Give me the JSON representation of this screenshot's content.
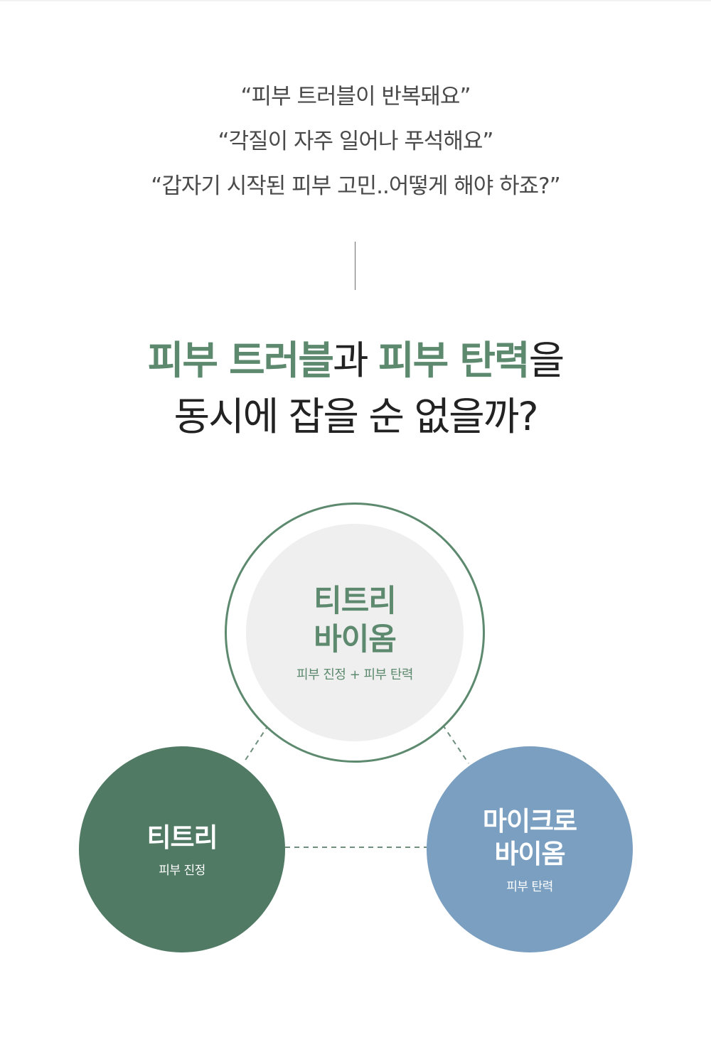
{
  "quotes": [
    "“피부 트러블이 반복돼요”",
    "“각질이 자주 일어나 푸석해요”",
    "“갑자기 시작된 피부 고민..어떻게 해야 하죠?”"
  ],
  "headline": {
    "line1": [
      {
        "text": "피부 트러블",
        "accent": true
      },
      {
        "text": "과 ",
        "accent": false
      },
      {
        "text": "피부 탄력",
        "accent": true
      },
      {
        "text": "을",
        "accent": false
      }
    ],
    "line2": "동시에 잡을 순 없을까?"
  },
  "diagram": {
    "center": {
      "title_line1": "티트리",
      "title_line2": "바이옴",
      "subtitle": "피부 진정 + 피부 탄력"
    },
    "left": {
      "title": "티트리",
      "subtitle": "피부 진정"
    },
    "right": {
      "title_line1": "마이크로",
      "title_line2": "바이옴",
      "subtitle": "피부 탄력"
    }
  },
  "colors": {
    "accent_green": "#5d8a6e",
    "dark_green": "#507a63",
    "blue": "#7a9fc0",
    "light_gray": "#efefef",
    "text_dark": "#222222",
    "text_gray": "#4a4a4a"
  }
}
